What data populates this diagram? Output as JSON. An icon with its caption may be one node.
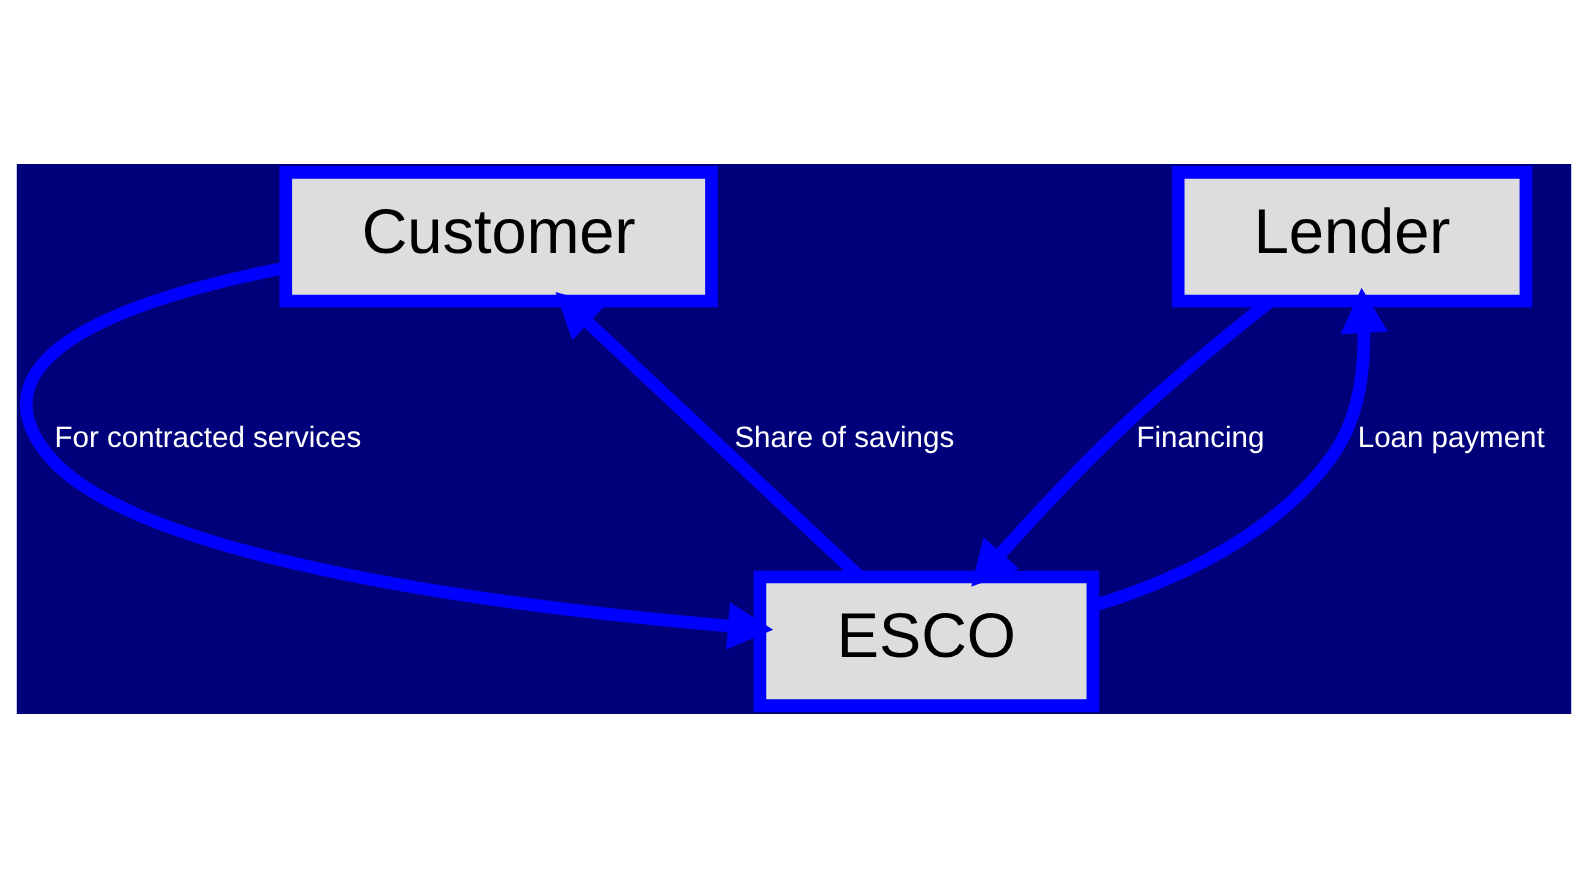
{
  "diagram": {
    "nodes": [
      {
        "text": [
          "Customer"
        ]
      },
      {
        "text": [
          "Lender"
        ]
      },
      {
        "text": [
          "ESCO"
        ]
      }
    ],
    "edges": [
      {
        "from": 0,
        "to": 2,
        "arrow": "to",
        "label": "For contracted services"
      },
      {
        "from": 2,
        "to": 0,
        "arrow": "to",
        "label": "Share of savings"
      },
      {
        "from": 1,
        "to": 2,
        "arrow": "to",
        "label": "Financing"
      },
      {
        "from": 2,
        "to": 1,
        "arrow": "to",
        "label": "Loan payment"
      }
    ]
  }
}
